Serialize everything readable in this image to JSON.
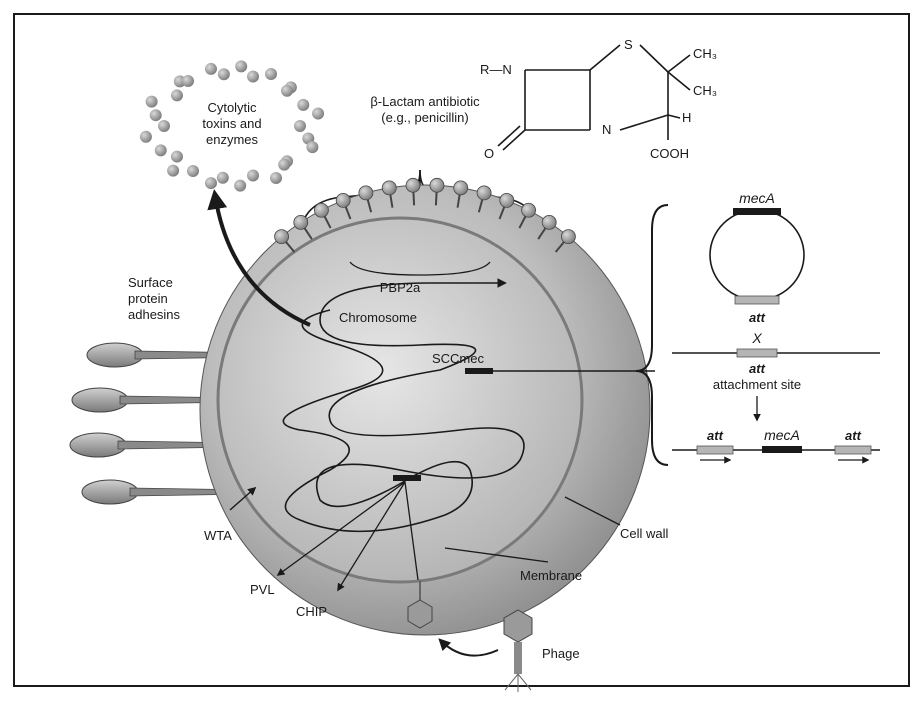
{
  "diagram": {
    "labels": {
      "toxins": [
        "Cytolytic",
        "toxins and",
        "enzymes"
      ],
      "antibiotic": [
        "β-Lactam antibiotic",
        "(e.g., penicillin)"
      ],
      "surface_adhesins": [
        "Surface",
        "protein",
        "adhesins"
      ],
      "pbp2a": "PBP2a",
      "chromosome": "Chromosome",
      "sccmec": "SCCmec",
      "wta": "WTA",
      "pvl": "PVL",
      "chip": "CHIP",
      "membrane": "Membrane",
      "cell_wall": "Cell wall",
      "phage": "Phage"
    },
    "penicillin_structure": {
      "r_group": "R—N",
      "sulfur": "S",
      "methyl_1": "CH₃",
      "methyl_2": "CH₃",
      "nitrogen": "N",
      "hydrogen": "H",
      "oxygen": "O",
      "carboxyl": "COOH"
    },
    "integration_panel": {
      "plasmid_gene": "mecA",
      "plasmid_att": "att",
      "cross": "X",
      "chromosome_att": "att",
      "attachment_site": "attachment site",
      "result_att_left": "att",
      "result_gene": "mecA",
      "result_att_right": "att"
    },
    "colors": {
      "cell_outer": "#6e6e6e",
      "cell_inner": "#c9c9c9",
      "membrane": "#9a9a9a",
      "molecule": "#8a8a8a",
      "gene_bar": "#1a1a1a",
      "att_box": "#b5b5b5"
    }
  }
}
